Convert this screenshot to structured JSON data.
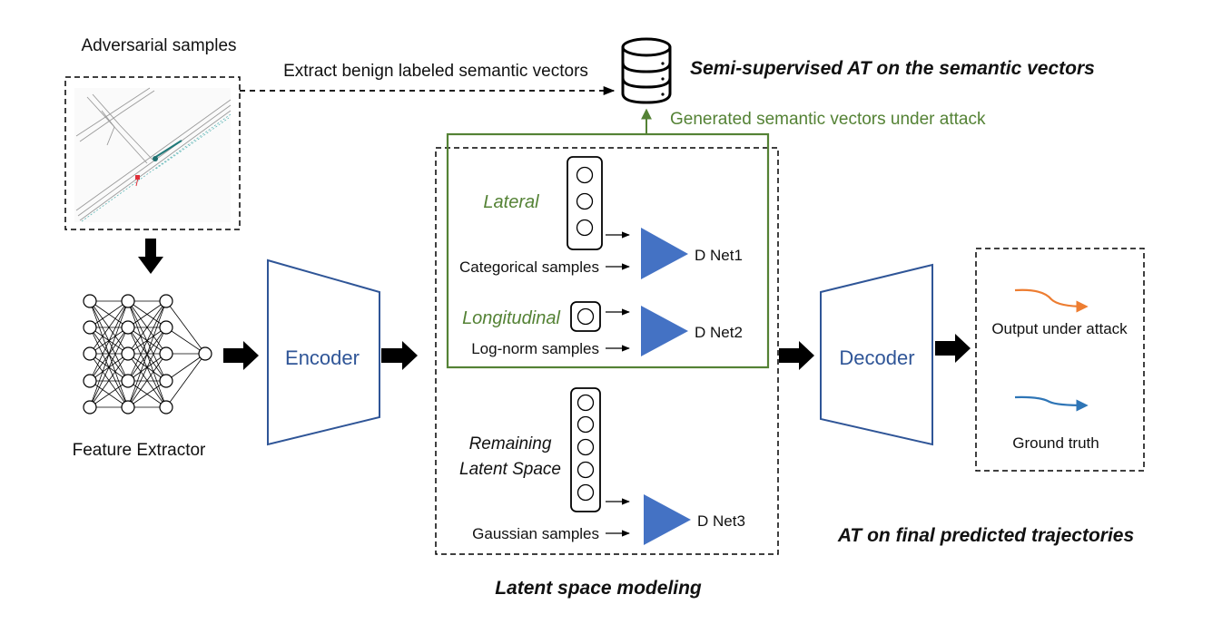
{
  "labels": {
    "adversarial_samples": "Adversarial samples",
    "extract_benign": "Extract benign labeled semantic vectors",
    "semi_supervised": "Semi-supervised AT on the semantic vectors",
    "generated_semantic": "Generated semantic vectors under attack",
    "feature_extractor": "Feature Extractor",
    "encoder": "Encoder",
    "decoder": "Decoder",
    "lateral": "Lateral",
    "categorical_samples": "Categorical samples",
    "dnet1": "D Net1",
    "longitudinal": "Longitudinal",
    "lognorm_samples": "Log-norm samples",
    "dnet2": "D Net2",
    "remaining_line1": "Remaining",
    "remaining_line2": "Latent Space",
    "gaussian_samples": "Gaussian samples",
    "dnet3": "D Net3",
    "latent_space_modeling": "Latent space modeling",
    "output_under_attack": "Output under attack",
    "ground_truth": "Ground truth",
    "at_final": "AT on final predicted trajectories"
  },
  "colors": {
    "green": "#548235",
    "blue_outline": "#2F5597",
    "triangle_fill": "#4472C4",
    "orange": "#ED7D31",
    "traj_blue": "#2E75B6"
  },
  "icons": {
    "database": "database-icon",
    "neural_net": "neural-network-icon",
    "map": "adversarial-map-image"
  }
}
